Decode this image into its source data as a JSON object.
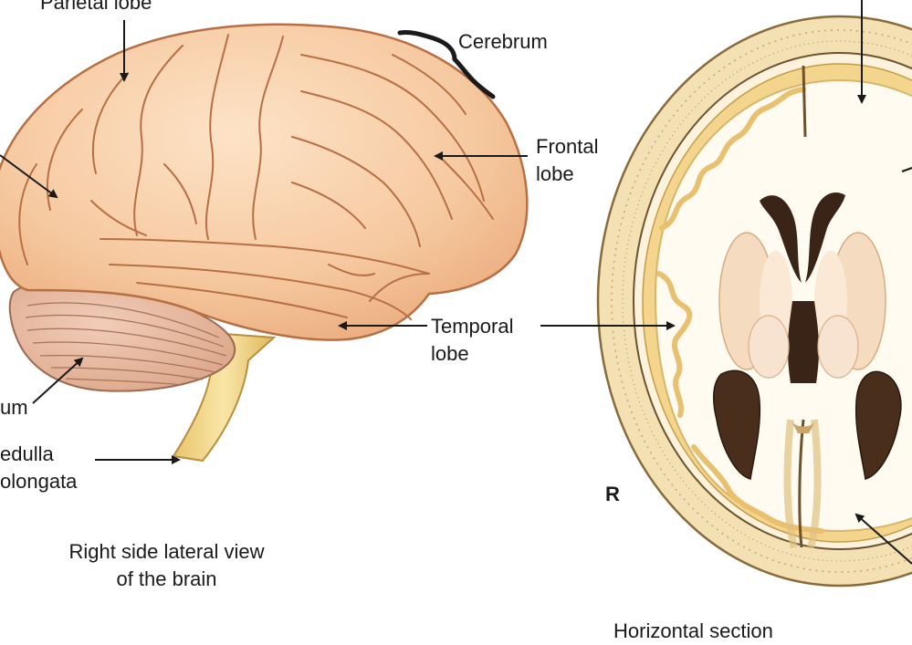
{
  "labels": {
    "parietal_lobe": "Parietal lobe",
    "cerebrum": "Cerebrum",
    "frontal_lobe_line1": "Frontal",
    "frontal_lobe_line2": "lobe",
    "temporal_lobe_line1": "Temporal",
    "temporal_lobe_line2": "lobe",
    "cerebellum_partial": "um",
    "medulla_line1": "edulla",
    "medulla_line2": "olongata",
    "right_marker": "R"
  },
  "captions": {
    "lateral_line1": "Right side lateral view",
    "lateral_line2": "of the brain",
    "horizontal": "Horizontal section"
  },
  "colors": {
    "cortex": "#f6c9a0",
    "cortex_shadow": "#e9a878",
    "gyrus_line": "#b86f44",
    "cerebellum": "#e7b89c",
    "brainstem": "#f3d98c",
    "skull": "#f3e0b3",
    "gray_matter": "#f4d58e",
    "white_matter": "#fffbf0",
    "ventricle": "#3a2418",
    "arrow": "#1a1a1a"
  }
}
